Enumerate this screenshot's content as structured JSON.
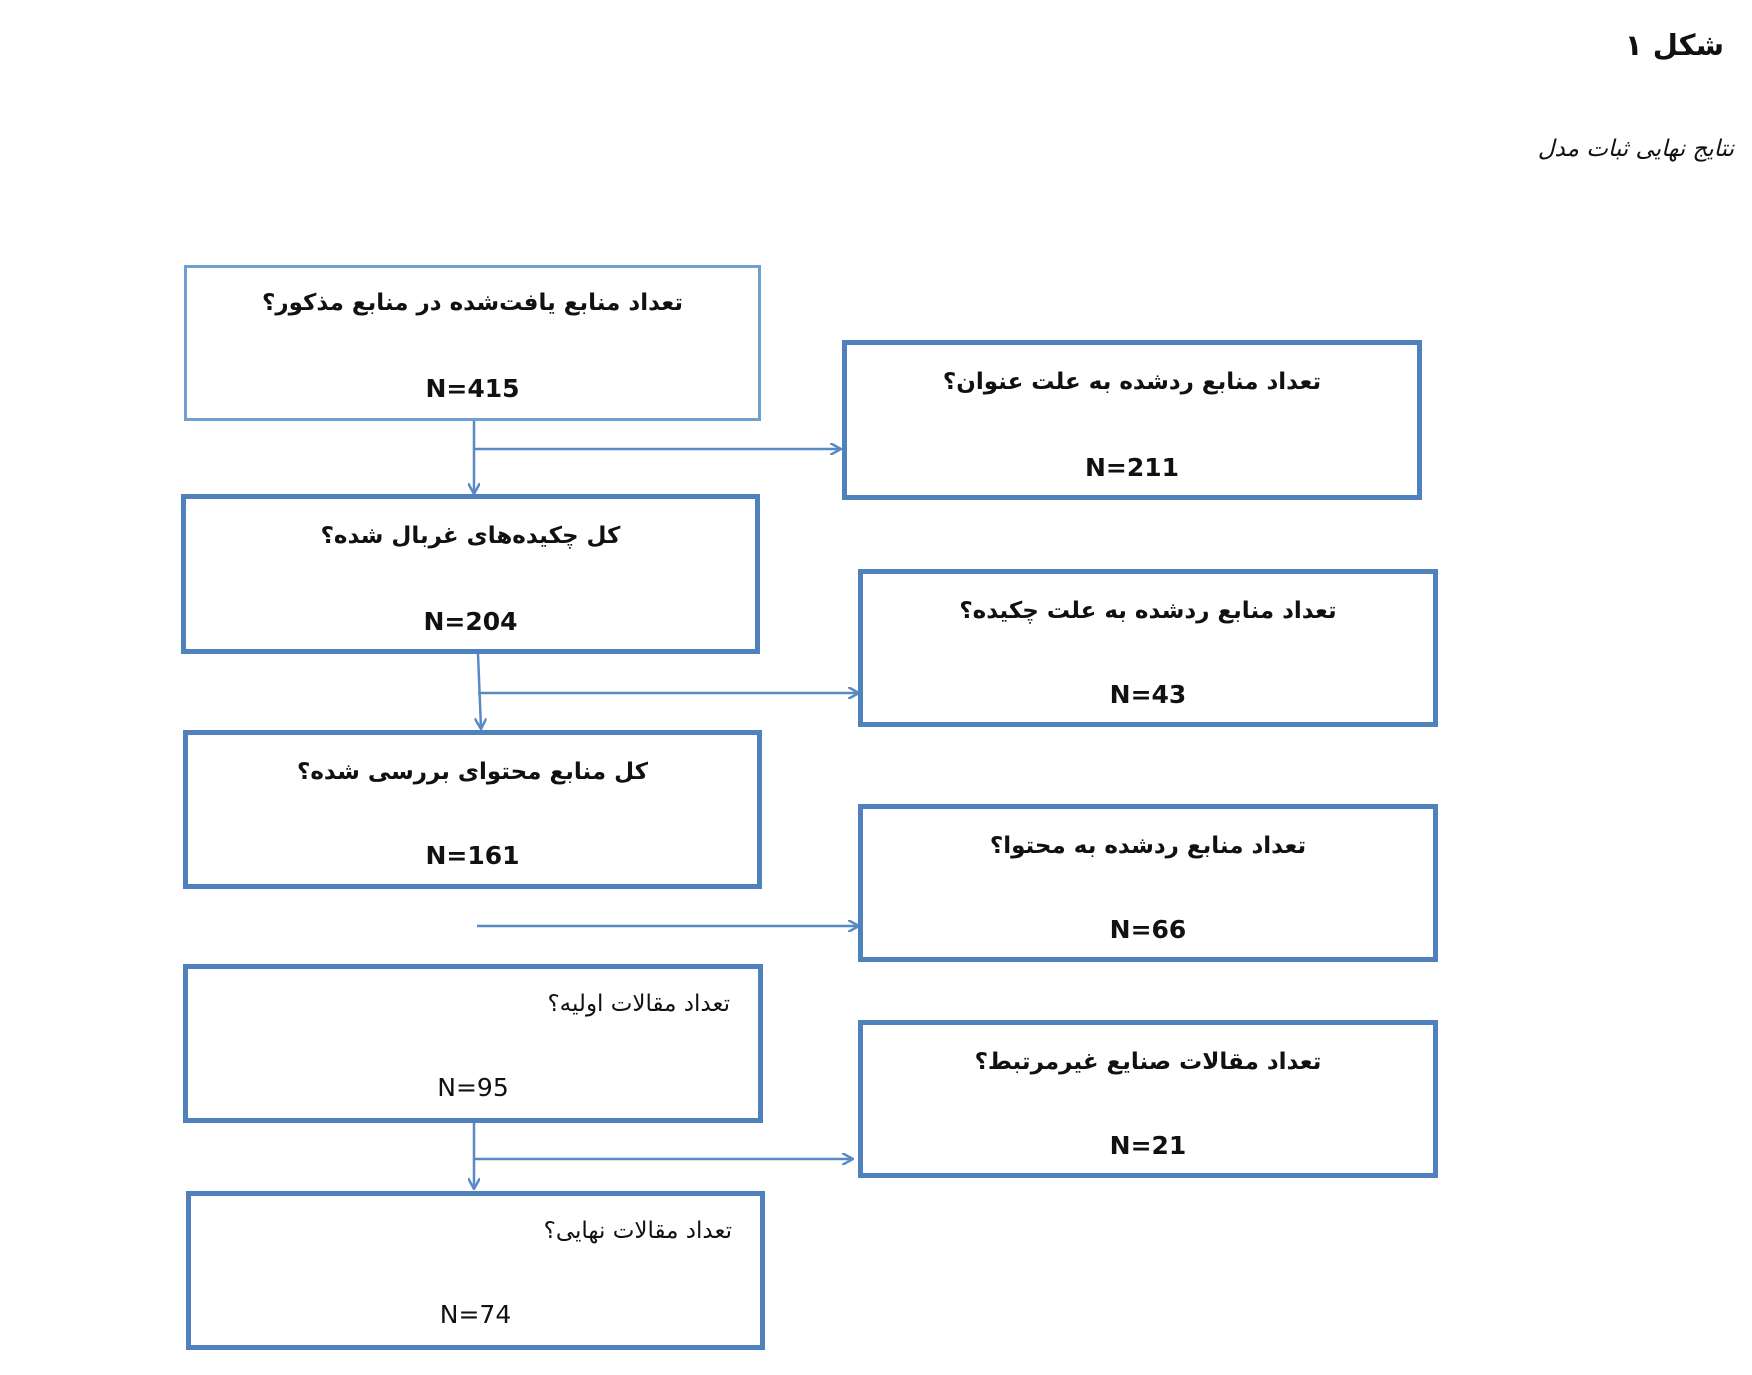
{
  "figure": {
    "title": "شکل ۱",
    "caption": "نتایج نهایی ثبات مدل"
  },
  "left_boxes": [
    {
      "question": "تعداد منابع یافت‌شده در منابع مذکور؟",
      "count": "N=415"
    },
    {
      "question": "کل چکیده‌های غربال شده؟",
      "count": "N=204"
    },
    {
      "question": "کل منابع محتوای بررسی شده؟",
      "count": "N=161"
    },
    {
      "question": "تعداد مقالات اولیه؟",
      "count": "N=95"
    },
    {
      "question": "تعداد مقالات نهایی؟",
      "count": "N=74"
    }
  ],
  "right_boxes": [
    {
      "question": "تعداد منابع ردشده به علت عنوان؟",
      "count": "N=211"
    },
    {
      "question": "تعداد منابع ردشده به علت چکیده؟",
      "count": "N=43"
    },
    {
      "question": "تعداد منابع ردشده به محتوا؟",
      "count": "N=66"
    },
    {
      "question": "تعداد مقالات صنایع غیرمرتبط؟",
      "count": "N=21"
    }
  ],
  "colors": {
    "box_border": "#4f81bd",
    "arrow": "#5a8ac6"
  }
}
